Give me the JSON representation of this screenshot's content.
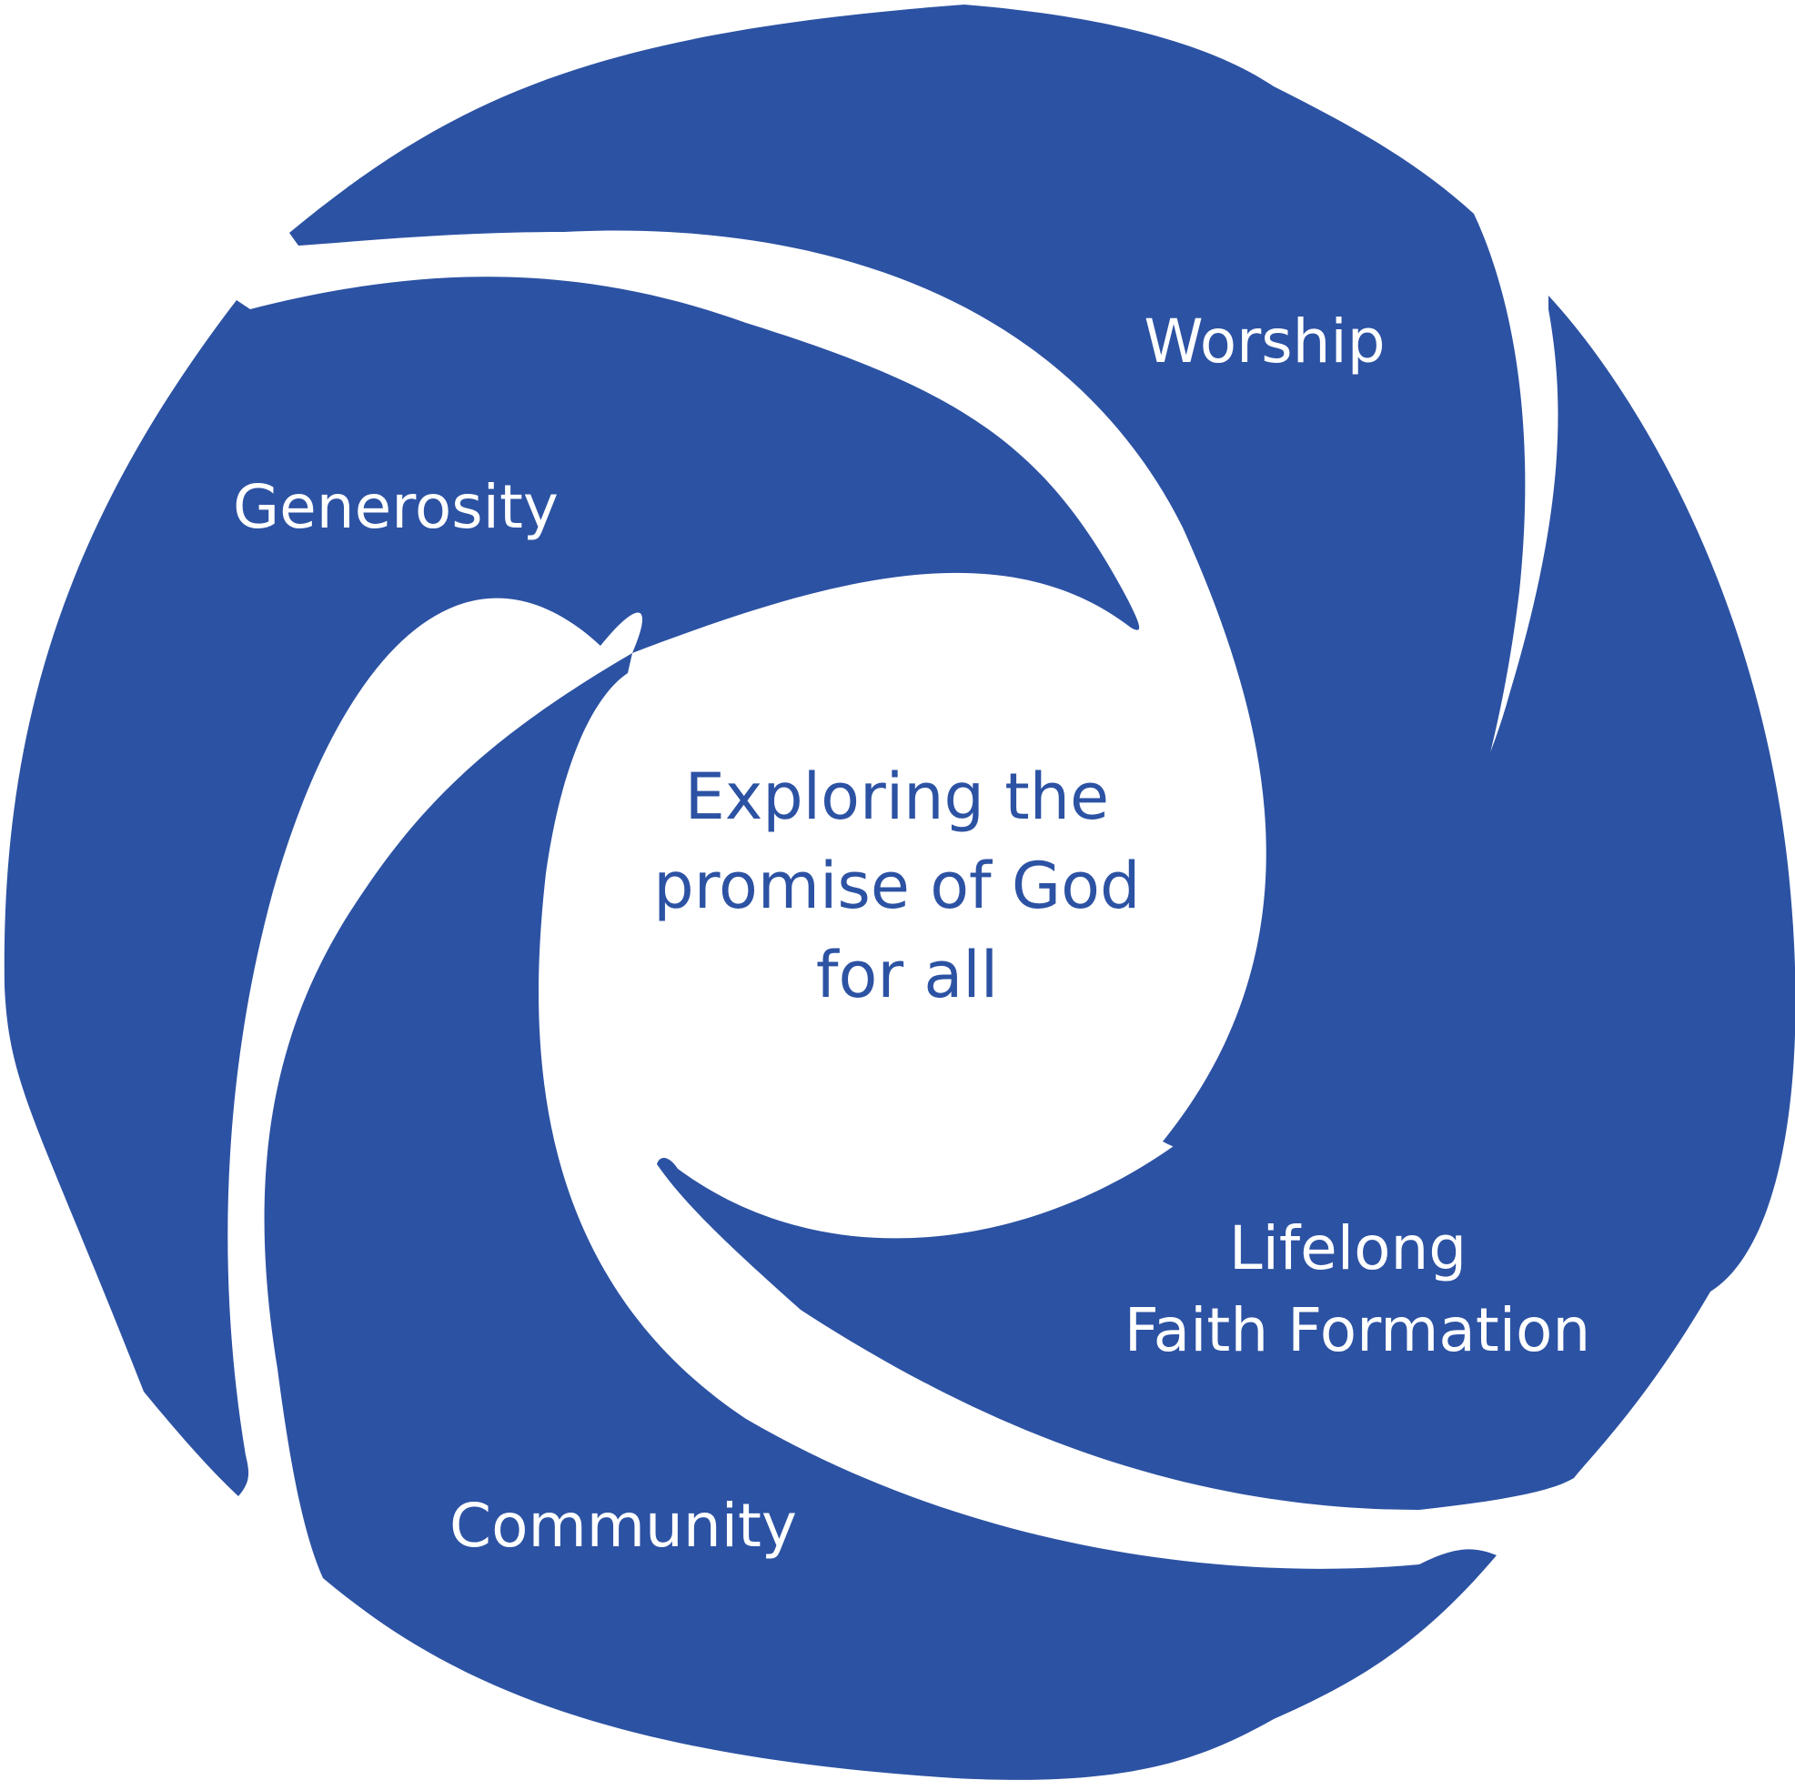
{
  "colors": {
    "segment_fill": "#2c52a3",
    "segment_text": "#ffffff",
    "center_text": "#2c52a3",
    "background": "#ffffff"
  },
  "segments": [
    {
      "label_lines": [
        "Worship"
      ]
    },
    {
      "label_lines": [
        "Generosity"
      ]
    },
    {
      "label_lines": [
        "Community"
      ]
    },
    {
      "label_lines": [
        "Lifelong",
        "Faith Formation"
      ]
    }
  ],
  "center": {
    "label_lines": [
      "Exploring the",
      "promise of God",
      "for all"
    ]
  }
}
